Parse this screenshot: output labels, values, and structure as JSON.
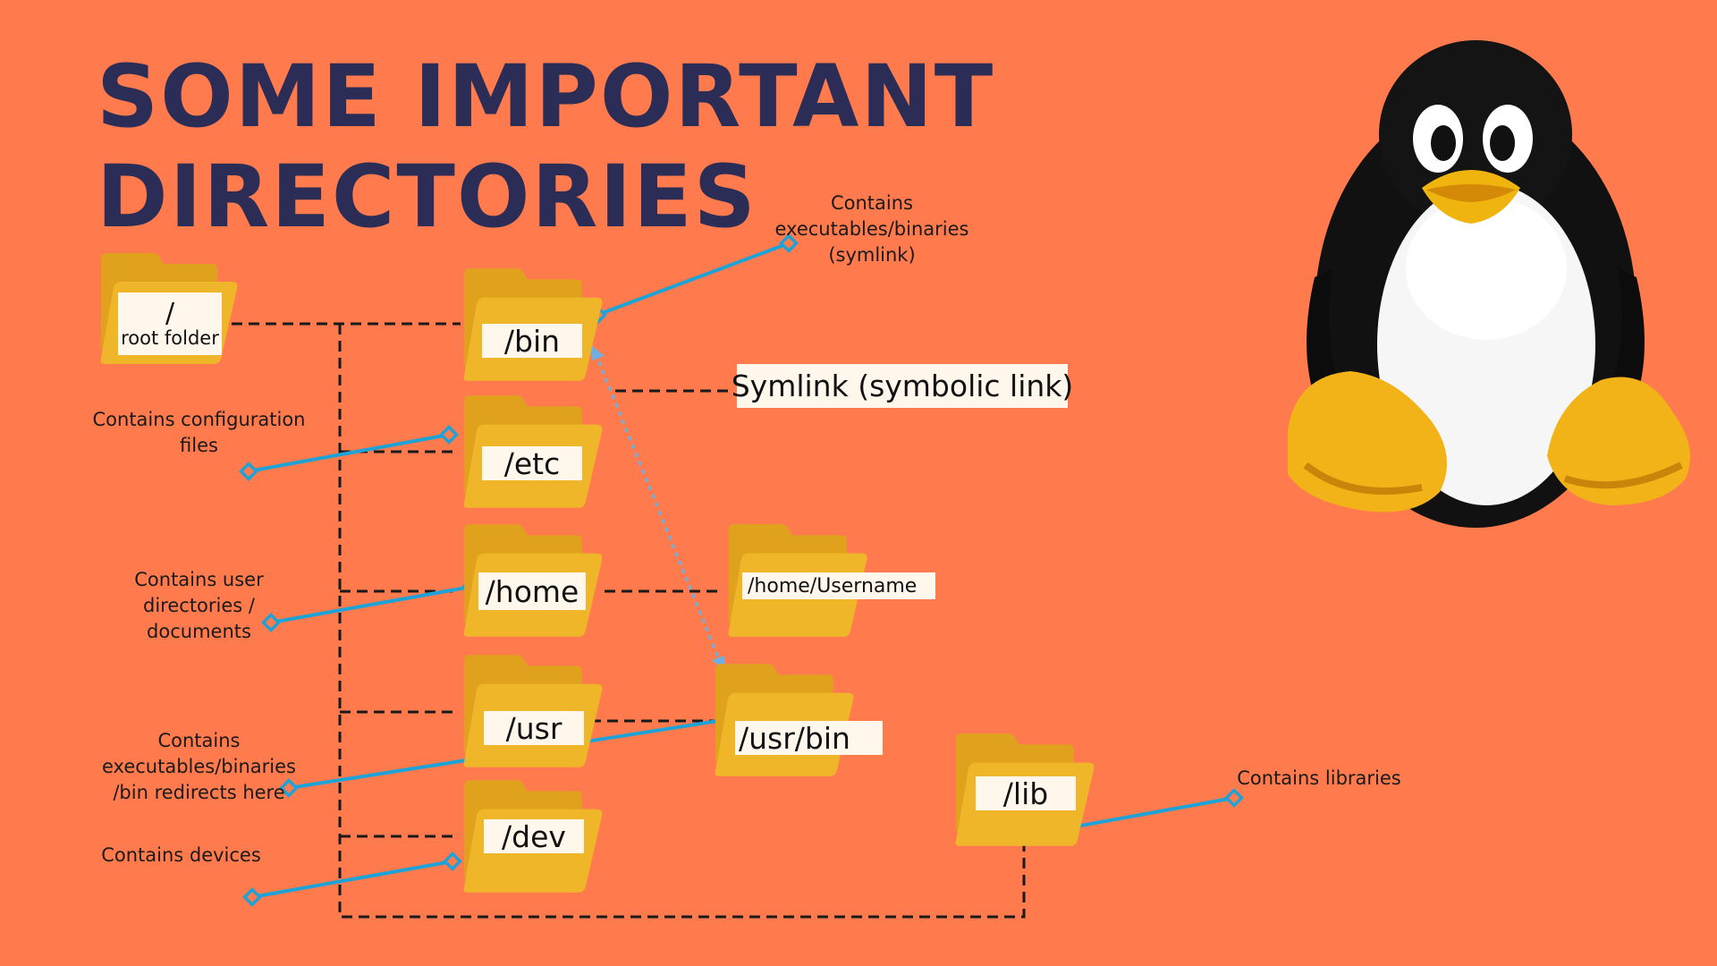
{
  "title": {
    "line1": "SOME IMPORTANT",
    "line2": "DIRECTORIES"
  },
  "colors": {
    "background": "#FF7A4D",
    "title": "#2B2D56",
    "folder_back": "#E0A21C",
    "folder_front": "#F0B62A",
    "label_bg": "#FFF7EC",
    "connector_blue": "#1FA2D6",
    "dashed_line": "#1a1a1a"
  },
  "directories": {
    "root": {
      "path": "/",
      "desc": "root folder"
    },
    "bin": "/bin",
    "etc": "/etc",
    "home": "/home",
    "usr": "/usr",
    "dev": "/dev",
    "home_username": "/home/Username",
    "usr_bin": "/usr/bin",
    "lib": "/lib"
  },
  "symlink_label": "Symlink (symbolic link)",
  "annotations": {
    "bin": [
      "Contains",
      "executables/binaries",
      "(symlink)"
    ],
    "etc": [
      "Contains configuration",
      "files"
    ],
    "home": [
      "Contains user",
      "directories /",
      "documents"
    ],
    "usr": [
      "Contains",
      "executables/binaries",
      "/bin redirects here"
    ],
    "dev": [
      "Contains devices"
    ],
    "lib": [
      "Contains libraries"
    ]
  },
  "mascot": "tux-penguin-icon"
}
